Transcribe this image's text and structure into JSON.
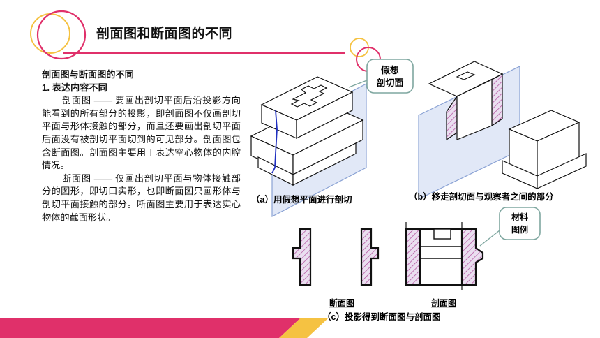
{
  "slide": {
    "title": "剖面图和断面图的不同"
  },
  "body": {
    "heading": "剖面图与断面图的不同",
    "subheading": "1. 表达内容不同",
    "para1": "剖面图 —— 要画出剖切平面后沿投影方向能看到的所有部分的投影，即剖面图不仅画剖切平面与形体接触的部分，而且还要画出剖切平面后面没有被剖切平面切到的可见部分。剖面图包含断面图。剖面图主要用于表达空心物体的内腔情况。",
    "para2": "断面图 —— 仅画出剖切平面与物体接触部分的图形，即切口实形，也即断面图只画形体与剖切平面接触的部分。断面图主要用于表达实心物体的截面形状。"
  },
  "figure": {
    "callout_plane": "假想\n剖切面",
    "callout_plane_l1": "假想",
    "callout_plane_l2": "剖切面",
    "callout_material_l1": "材料",
    "callout_material_l2": "图例",
    "caption_a": "（a）用假想平面进行剖切",
    "caption_b": "（b）移走剖切面与观察者之间的部分",
    "label_section": "断面图",
    "label_cut": "剖面图",
    "caption_c": "（c）投影得到断面图与剖面图"
  },
  "colors": {
    "accent_pink": "#e0306a",
    "accent_yellow": "#f5c242",
    "hatch": "#b0469a",
    "plane": "#c9d6f0",
    "callout_border": "#7fa7a0"
  }
}
